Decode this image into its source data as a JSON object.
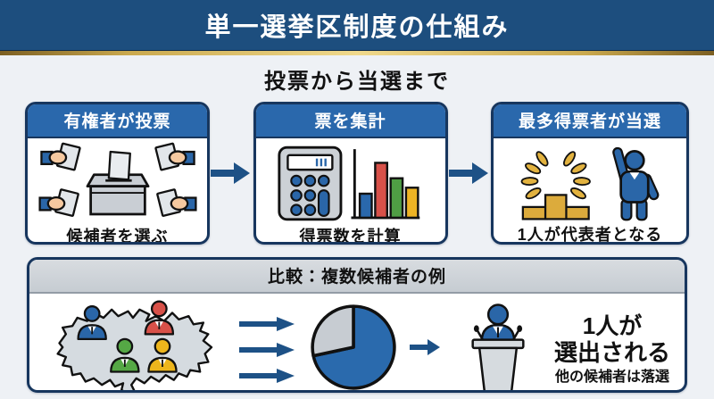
{
  "page": {
    "title": "単一選挙区制度の仕組み",
    "subtitle": "投票から当選まで"
  },
  "steps": [
    {
      "header": "有権者が投票",
      "caption": "候補者を選ぶ",
      "icon": "ballot-box-icon"
    },
    {
      "header": "票を集計",
      "caption": "得票数を計算",
      "icon": "calculator-bar-chart-icon"
    },
    {
      "header": "最多得票者が当選",
      "caption": "1人が代表者となる",
      "icon": "winner-laurel-podium-icon"
    }
  ],
  "comparison": {
    "header": "比較：複数候補者の例",
    "result_title_line1": "1人が",
    "result_title_line2": "選出される",
    "result_note": "他の候補者は落選",
    "icons": [
      "district-map-with-candidates-icon",
      "triple-arrow-icon",
      "vote-share-pie-icon",
      "arrow-icon",
      "podium-speaker-icon"
    ]
  },
  "decorative_charts": {
    "tally_bar_icon": {
      "type": "bar",
      "colors": [
        "#2a68ac",
        "#d85149",
        "#4f9e44",
        "#eeb424"
      ],
      "relative_heights": [
        30,
        68,
        50,
        38
      ]
    },
    "vote_share_pie_icon": {
      "type": "pie",
      "slices": [
        {
          "label": "winner",
          "value": 72,
          "color": "#2a6aad"
        },
        {
          "label": "others",
          "value": 28,
          "color": "#c7ccd2"
        }
      ]
    }
  },
  "colors": {
    "header_bg": "#1d4e7e",
    "gold_line": "#e9cd7d",
    "page_bg": "#eef1f5",
    "card_border": "#17365e",
    "card_header_bg": "#2a68ac",
    "arrow": "#1d5186",
    "compare_header_bg": "#cdd2d7",
    "candidate_blue": "#2a66a8",
    "candidate_red": "#d85149",
    "candidate_green": "#55a845",
    "candidate_yellow": "#edb51c",
    "gold_trophy": "#dcab3c",
    "map_fill": "#d5dbe0"
  }
}
